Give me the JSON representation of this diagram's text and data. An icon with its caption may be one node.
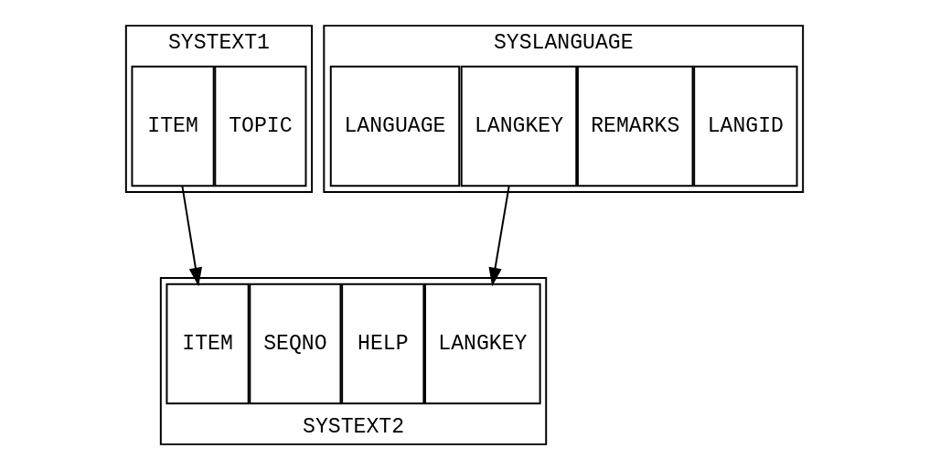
{
  "diagram": {
    "nodes": [
      {
        "text": [
          "SYSTEXT1"
        ]
      },
      {
        "text": [
          "ITEM"
        ],
        "in": 0
      },
      {
        "text": [
          "TOPIC"
        ],
        "in": 0
      },
      {
        "text": [
          "SYSLANGUAGE"
        ]
      },
      {
        "text": [
          "LANGUAGE"
        ],
        "in": 3
      },
      {
        "text": [
          "LANGKEY"
        ],
        "in": 3
      },
      {
        "text": [
          "REMARKS"
        ],
        "in": 3
      },
      {
        "text": [
          "LANGID"
        ],
        "in": 3
      },
      {
        "text": [
          "SYSTEXT2"
        ]
      },
      {
        "text": [
          "ITEM"
        ],
        "in": 8
      },
      {
        "text": [
          "SEQNO"
        ],
        "in": 8
      },
      {
        "text": [
          "HELP"
        ],
        "in": 8
      },
      {
        "text": [
          "LANGKEY"
        ],
        "in": 8
      }
    ],
    "edges": [
      {
        "from": 1,
        "to": 9,
        "arrow": "to"
      },
      {
        "from": 5,
        "to": 12,
        "arrow": "to"
      }
    ]
  }
}
